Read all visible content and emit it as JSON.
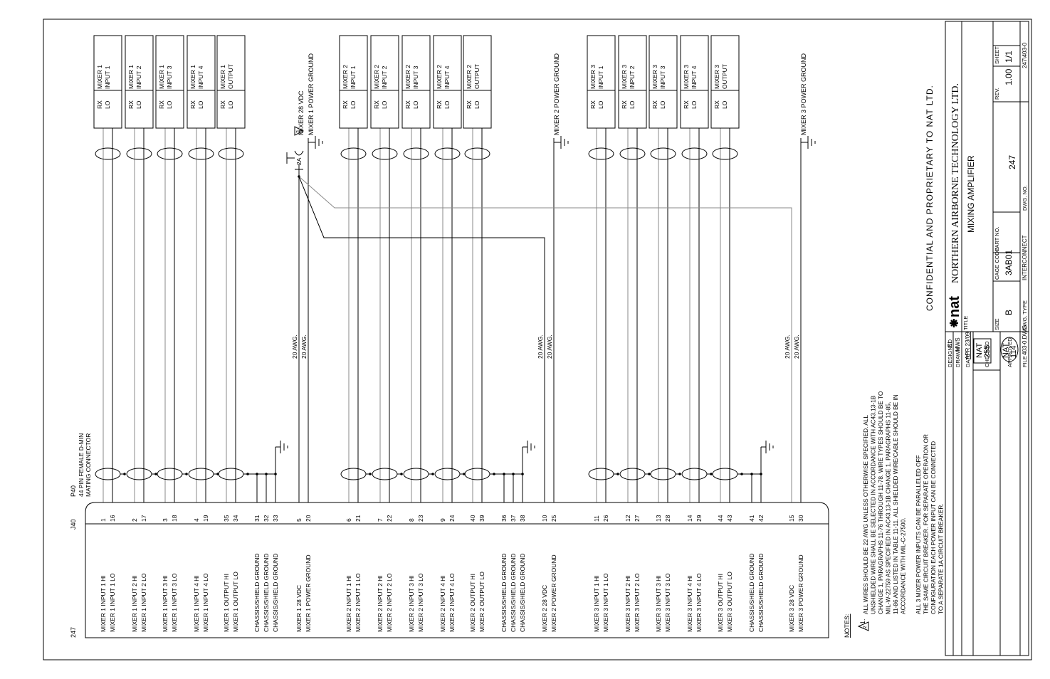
{
  "sheet": {
    "side_label": "247",
    "connector_id": "J40",
    "plug_id": "P40",
    "plug_desc_1": "44 PIN FEMALE D-MIN",
    "plug_desc_2": "MATING CONNECTOR",
    "confidential": "CONFIDENTIAL AND PROPRIETARY TO NAT LTD."
  },
  "rows": [
    {
      "label": "MIXER 1 INPUT 1 HI",
      "pin": "1",
      "kind": "sig",
      "dev": 0,
      "pair": "lo"
    },
    {
      "label": "MIXER 1 INPUT 1 LO",
      "pin": "16",
      "kind": "sig",
      "dev": 0,
      "pair": "hi"
    },
    {
      "label": "MIXER 1 INPUT 2 HI",
      "pin": "2",
      "kind": "sig",
      "dev": 1,
      "pair": "lo"
    },
    {
      "label": "MIXER 1 INPUT 2 LO",
      "pin": "17",
      "kind": "sig",
      "dev": 1,
      "pair": "hi"
    },
    {
      "label": "MIXER 1 INPUT 3 HI",
      "pin": "3",
      "kind": "sig",
      "dev": 2,
      "pair": "lo"
    },
    {
      "label": "MIXER 1 INPUT 3 LO",
      "pin": "18",
      "kind": "sig",
      "dev": 2,
      "pair": "hi"
    },
    {
      "label": "MIXER 1 INPUT 4 HI",
      "pin": "4",
      "kind": "sig",
      "dev": 3,
      "pair": "lo"
    },
    {
      "label": "MIXER 1 INPUT 4 LO",
      "pin": "19",
      "kind": "sig",
      "dev": 3,
      "pair": "hi"
    },
    {
      "label": "MIXER 1 OUTPUT HI",
      "pin": "35",
      "kind": "sig",
      "dev": 4,
      "pair": "lo"
    },
    {
      "label": "MIXER 1 OUTPUT LO",
      "pin": "34",
      "kind": "sig",
      "dev": 4,
      "pair": "hi"
    },
    {
      "label": "CHASSIS/SHIELD GROUND",
      "pin": "31",
      "kind": "chassis"
    },
    {
      "label": "CHASSIS/SHIELD GROUND",
      "pin": "32",
      "kind": "chassis"
    },
    {
      "label": "CHASSIS/SHIELD GROUND",
      "pin": "33",
      "kind": "chassis"
    },
    {
      "label": "MIXER 1 28 VDC",
      "pin": "5",
      "kind": "pwr",
      "grp": 0
    },
    {
      "label": "MIXER 1 POWER GROUND",
      "pin": "20",
      "kind": "gnd",
      "grp": 0
    },
    {
      "label": "MIXER 2 INPUT 1 HI",
      "pin": "6",
      "kind": "sig",
      "dev": 5,
      "pair": "lo"
    },
    {
      "label": "MIXER 2 INPUT 1 LO",
      "pin": "21",
      "kind": "sig",
      "dev": 5,
      "pair": "hi"
    },
    {
      "label": "MIXER 2 INPUT 2 HI",
      "pin": "7",
      "kind": "sig",
      "dev": 6,
      "pair": "lo"
    },
    {
      "label": "MIXER 2 INPUT 2 LO",
      "pin": "22",
      "kind": "sig",
      "dev": 6,
      "pair": "hi"
    },
    {
      "label": "MIXER 2 INPUT 3 HI",
      "pin": "8",
      "kind": "sig",
      "dev": 7,
      "pair": "lo"
    },
    {
      "label": "MIXER 2 INPUT 3 LO",
      "pin": "23",
      "kind": "sig",
      "dev": 7,
      "pair": "hi"
    },
    {
      "label": "MIXER 2 INPUT 4 HI",
      "pin": "9",
      "kind": "sig",
      "dev": 8,
      "pair": "lo"
    },
    {
      "label": "MIXER 2 INPUT 4 LO",
      "pin": "24",
      "kind": "sig",
      "dev": 8,
      "pair": "hi"
    },
    {
      "label": "MIXER 2 OUTPUT HI",
      "pin": "40",
      "kind": "sig",
      "dev": 9,
      "pair": "lo"
    },
    {
      "label": "MIXER 2 OUTPUT LO",
      "pin": "39",
      "kind": "sig",
      "dev": 9,
      "pair": "hi"
    },
    {
      "label": "CHASSIS/SHIELD GROUND",
      "pin": "36",
      "kind": "chassis"
    },
    {
      "label": "CHASSIS/SHIELD GROUND",
      "pin": "37",
      "kind": "chassis"
    },
    {
      "label": "CHASSIS/SHIELD GROUND",
      "pin": "38",
      "kind": "chassis"
    },
    {
      "label": "MIXER 2 28 VDC",
      "pin": "10",
      "kind": "pwr",
      "grp": 1
    },
    {
      "label": "MIXER 2 POWER GROUND",
      "pin": "25",
      "kind": "gnd",
      "grp": 1
    },
    {
      "label": "MIXER 3 INPUT 1 HI",
      "pin": "11",
      "kind": "sig",
      "dev": 10,
      "pair": "lo"
    },
    {
      "label": "MIXER 3 INPUT 1 LO",
      "pin": "26",
      "kind": "sig",
      "dev": 10,
      "pair": "hi"
    },
    {
      "label": "MIXER 3 INPUT 2 HI",
      "pin": "12",
      "kind": "sig",
      "dev": 11,
      "pair": "lo"
    },
    {
      "label": "MIXER 3 INPUT 2 LO",
      "pin": "27",
      "kind": "sig",
      "dev": 11,
      "pair": "hi"
    },
    {
      "label": "MIXER 3 INPUT 3 HI",
      "pin": "13",
      "kind": "sig",
      "dev": 12,
      "pair": "lo"
    },
    {
      "label": "MIXER 3 INPUT 3 LO",
      "pin": "28",
      "kind": "sig",
      "dev": 12,
      "pair": "hi"
    },
    {
      "label": "MIXER 3 INPUT 4 HI",
      "pin": "14",
      "kind": "sig",
      "dev": 13,
      "pair": "lo"
    },
    {
      "label": "MIXER 3 INPUT 4 LO",
      "pin": "29",
      "kind": "sig",
      "dev": 13,
      "pair": "hi"
    },
    {
      "label": "MIXER 3 OUTPUT HI",
      "pin": "44",
      "kind": "sig",
      "dev": 14,
      "pair": "lo"
    },
    {
      "label": "MIXER 3 OUTPUT LO",
      "pin": "43",
      "kind": "sig",
      "dev": 14,
      "pair": "hi"
    },
    {
      "label": "CHASSIS/SHIELD GROUND",
      "pin": "41",
      "kind": "chassis"
    },
    {
      "label": "CHASSIS/SHIELD GROUND",
      "pin": "42",
      "kind": "chassis"
    },
    {
      "label": "MIXER 3 28 VDC",
      "pin": "15",
      "kind": "pwr",
      "grp": 2
    },
    {
      "label": "MIXER 3 POWER GROUND",
      "pin": "30",
      "kind": "gnd",
      "grp": 2
    }
  ],
  "devices": [
    {
      "line1": "MIXER 1",
      "line2": "INPUT 1",
      "rx": "RX",
      "lo": "LO"
    },
    {
      "line1": "MIXER 1",
      "line2": "INPUT 2",
      "rx": "RX",
      "lo": "LO"
    },
    {
      "line1": "MIXER 1",
      "line2": "INPUT 3",
      "rx": "RX",
      "lo": "LO"
    },
    {
      "line1": "MIXER 1",
      "line2": "INPUT 4",
      "rx": "RX",
      "lo": "LO"
    },
    {
      "line1": "MIXER 1",
      "line2": "OUTPUT",
      "rx": "RX",
      "lo": "LO"
    },
    {
      "line1": "MIXER 2",
      "line2": "INPUT 1",
      "rx": "RX",
      "lo": "LO"
    },
    {
      "line1": "MIXER 2",
      "line2": "INPUT 2",
      "rx": "RX",
      "lo": "LO"
    },
    {
      "line1": "MIXER 2",
      "line2": "INPUT 3",
      "rx": "RX",
      "lo": "LO"
    },
    {
      "line1": "MIXER 2",
      "line2": "INPUT 4",
      "rx": "RX",
      "lo": "LO"
    },
    {
      "line1": "MIXER 2",
      "line2": "OUTPUT",
      "rx": "RX",
      "lo": "LO"
    },
    {
      "line1": "MIXER 3",
      "line2": "INPUT 1",
      "rx": "RX",
      "lo": "LO"
    },
    {
      "line1": "MIXER 3",
      "line2": "INPUT 2",
      "rx": "RX",
      "lo": "LO"
    },
    {
      "line1": "MIXER 3",
      "line2": "INPUT 3",
      "rx": "RX",
      "lo": "LO"
    },
    {
      "line1": "MIXER 3",
      "line2": "INPUT 4",
      "rx": "RX",
      "lo": "LO"
    },
    {
      "line1": "MIXER 3",
      "line2": "OUTPUT",
      "rx": "RX",
      "lo": "LO"
    }
  ],
  "power": [
    {
      "gauge": "20 AWG.",
      "ground_label": "MIXER 1 POWER GROUND",
      "vdc_label": "MIXER 28 VDC",
      "breaker": "2A",
      "note_ref": "2"
    },
    {
      "gauge": "20 AWG.",
      "ground_label": "MIXER 2 POWER GROUND"
    },
    {
      "gauge": "20 AWG.",
      "ground_label": "MIXER 3 POWER GROUND"
    }
  ],
  "notes": {
    "heading": "NOTES:",
    "n1_num": "1.",
    "n1_lines": [
      "ALL WIRES SHOULD BE 22 AWG UNLESS OTHERWISE SPECIFIED. ALL",
      "UNSHIELDED WIRE SHALL BE SELECTED IN ACCORDANCE WITH AC43.13-1B",
      "CHANGE 1, PARAGRAPHS 11-76 THROUGH 11-78. WIRE TYPES SHOULD BE TO",
      "MIL-W-22759 AS SPECIFIED IN AC43.13-1B CHANGE 1, PARAGRAPHS 11-85,",
      "11-86 AND LISTED IN TABLE 11-11. ALL SHIELDED WIRE/CABLE SHOULD BE IN",
      "ACCORDANCE WITH MIL-C-27500."
    ],
    "n2_num": "2",
    "n2_lines": [
      "ALL 3 MIXER POWER INPUTS CAN BE PARALLELED OFF",
      "THE SAME CIRCUIT BREAKER. FOR SEPARATE OPERATION OR",
      "CONFIGURATION EACH POWER INPUT CAN BE CONNECTED",
      "TO A SEPARATE 1A CIRCUIT BREAKER."
    ]
  },
  "title_block": {
    "designed_label": "DESIGNED",
    "designed": "SI",
    "drawn_label": "DRAWN",
    "drawn": "MWS",
    "date_label": "DATE",
    "date": "APR 23/09",
    "checked_label": "CHECKED",
    "checked_stamp_1": "NAT",
    "checked_stamp_2": "255",
    "approved_label": "APPROVED",
    "approved_stamp_1": "NAT",
    "approved_stamp_2": "114",
    "file_label": "FILE",
    "file": "403-0.DWG",
    "logo": "nat",
    "company": "NORTHERN AIRBORNE TECHNOLOGY LTD.",
    "title_label": "TITLE",
    "title": "MIXING AMPLIFIER",
    "size_label": "SIZE",
    "size": "B",
    "cage_label": "CAGE CODE",
    "cage": "3AB01",
    "part_label": "PART NO.",
    "part": "247",
    "rev_label": "REV.",
    "rev": "1.00",
    "sheet_label": "SHEET",
    "sheet": "1/1",
    "dwg_type_label": "DWG. TYPE",
    "dwg_type": "INTERCONNECT",
    "dwg_no_label": "DWG. NO.",
    "dwg_no": "247\\403-0"
  }
}
